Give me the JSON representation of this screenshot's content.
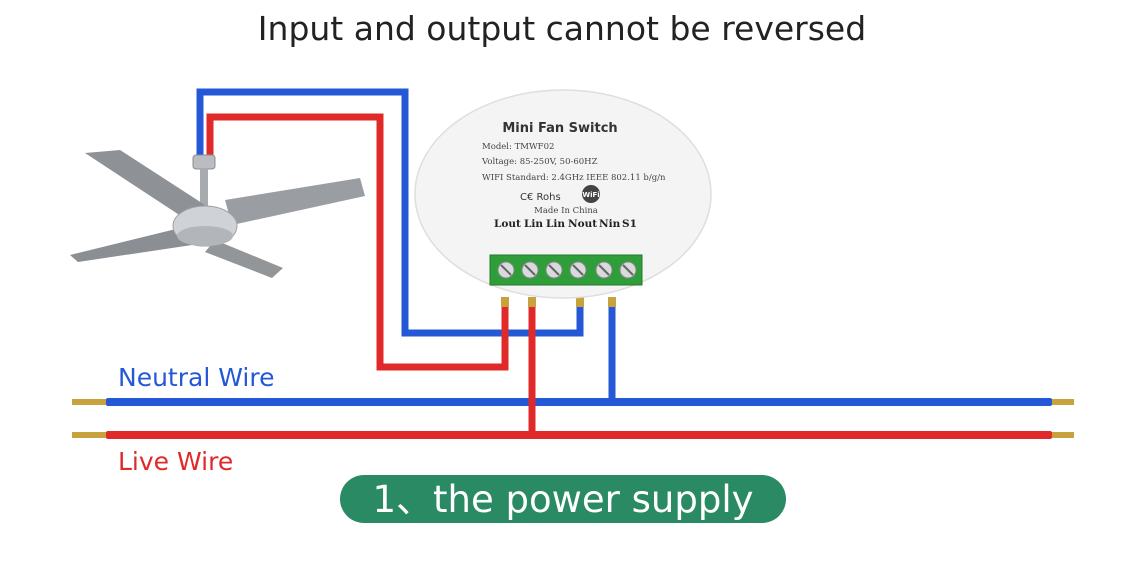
{
  "header": {
    "subtitle": "Input and output cannot be reversed"
  },
  "device": {
    "title": "Mini Fan Switch",
    "model": "Model:   TMWF02",
    "voltage": "Voltage:  85-250V, 50-60HZ",
    "wifi": "WIFI Standard:  2.4GHz IEEE 802.11 b/g/n",
    "marks": "C€  Rohs",
    "wifi_badge": "WiFi",
    "made_in": "Made In China",
    "terminals": [
      "Lout",
      "Lin",
      "Lin",
      "Nout",
      "Nin",
      "S1"
    ]
  },
  "wires": {
    "neutral_label": "Neutral Wire",
    "live_label": "Live Wire",
    "neutral_color": "#2458d6",
    "live_color": "#e02a2a"
  },
  "footer": {
    "step_label": "1、the power supply",
    "pill_color": "#2a8a63"
  },
  "icons": {
    "fan": "ceiling-fan-icon",
    "certification": "ce-rohs-icon"
  }
}
